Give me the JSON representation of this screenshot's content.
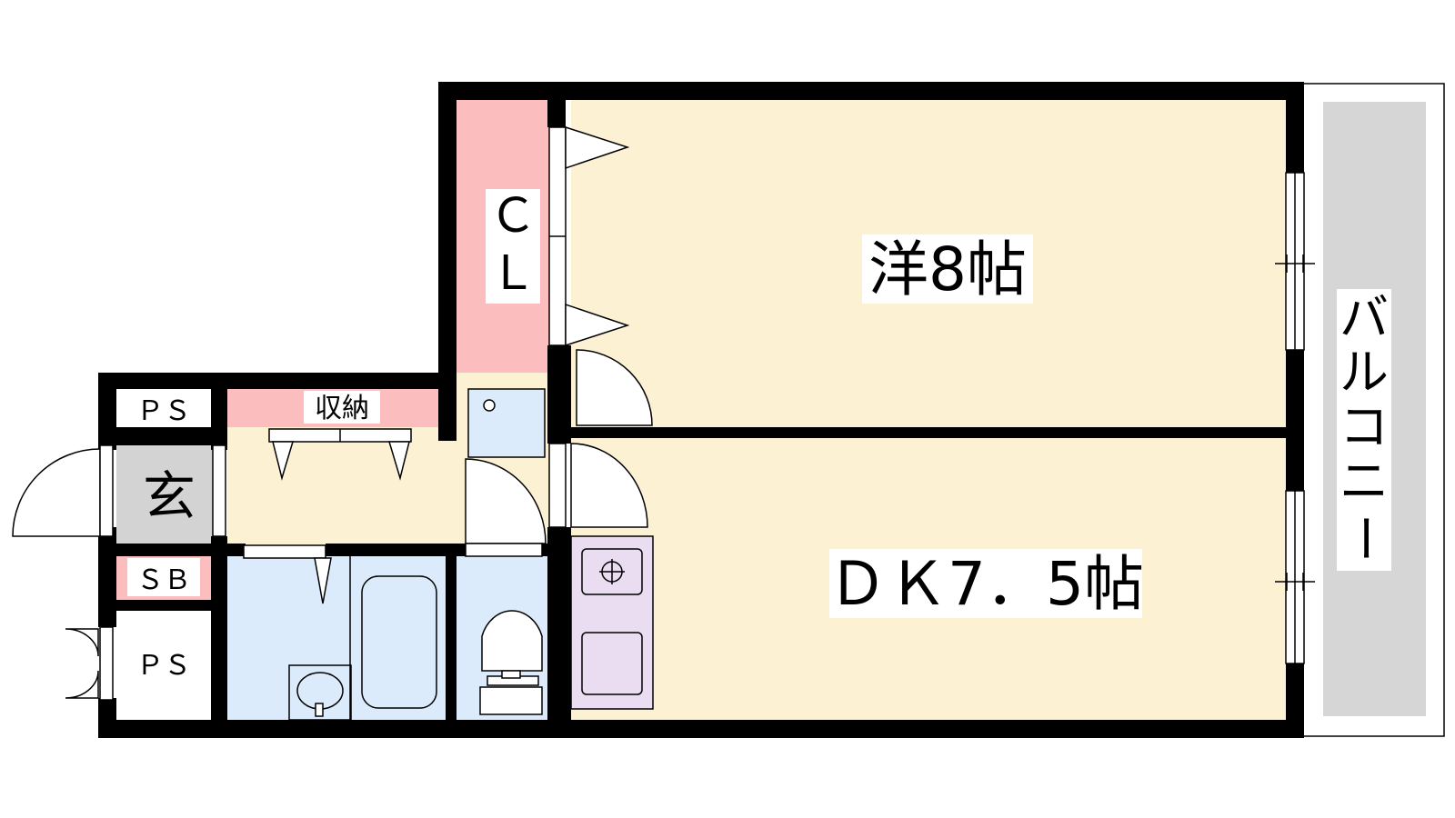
{
  "rooms": {
    "western_room": "洋8帖",
    "dining_kitchen": "ＤＫ7．5帖",
    "closet": "ＣＬ",
    "closet_line1": "Ｃ",
    "closet_line2": "Ｌ",
    "storage": "収納",
    "entrance": "玄",
    "shoe_box": "ＳＢ",
    "pipe_space_top": "ＰＳ",
    "pipe_space_bottom": "ＰＳ",
    "balcony": "バルコニー",
    "balcony_chars": [
      "バ",
      "ル",
      "コ",
      "ニ",
      "ー"
    ]
  },
  "colors": {
    "wall": "#000000",
    "living_floor": "#fdf1d3",
    "closet_storage": "#fbbdbd",
    "wet_area": "#dcebfb",
    "kitchen": "#eadcf1",
    "entrance": "#d3d3d3",
    "balcony": "#d6d6d6"
  }
}
